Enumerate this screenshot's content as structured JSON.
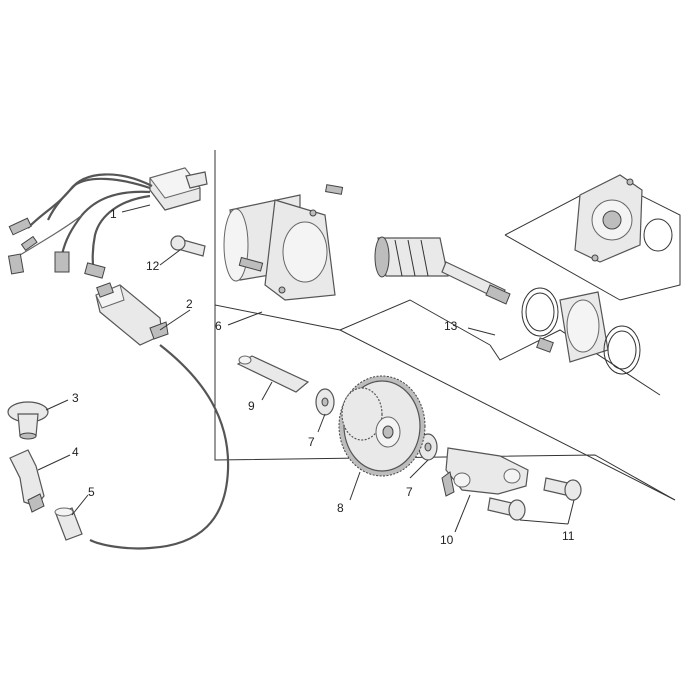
{
  "callouts": [
    {
      "id": "1",
      "label": "1"
    },
    {
      "id": "2",
      "label": "2"
    },
    {
      "id": "3",
      "label": "3"
    },
    {
      "id": "4",
      "label": "4"
    },
    {
      "id": "5",
      "label": "5"
    },
    {
      "id": "6",
      "label": "6"
    },
    {
      "id": "7a",
      "label": "7"
    },
    {
      "id": "7b",
      "label": "7"
    },
    {
      "id": "8",
      "label": "8"
    },
    {
      "id": "9",
      "label": "9"
    },
    {
      "id": "10",
      "label": "10"
    },
    {
      "id": "11",
      "label": "11"
    },
    {
      "id": "12",
      "label": "12"
    },
    {
      "id": "13",
      "label": "13"
    }
  ],
  "colors": {
    "line": "#333333",
    "part": "#e9e9e9",
    "shadow": "#bdbdbd"
  }
}
